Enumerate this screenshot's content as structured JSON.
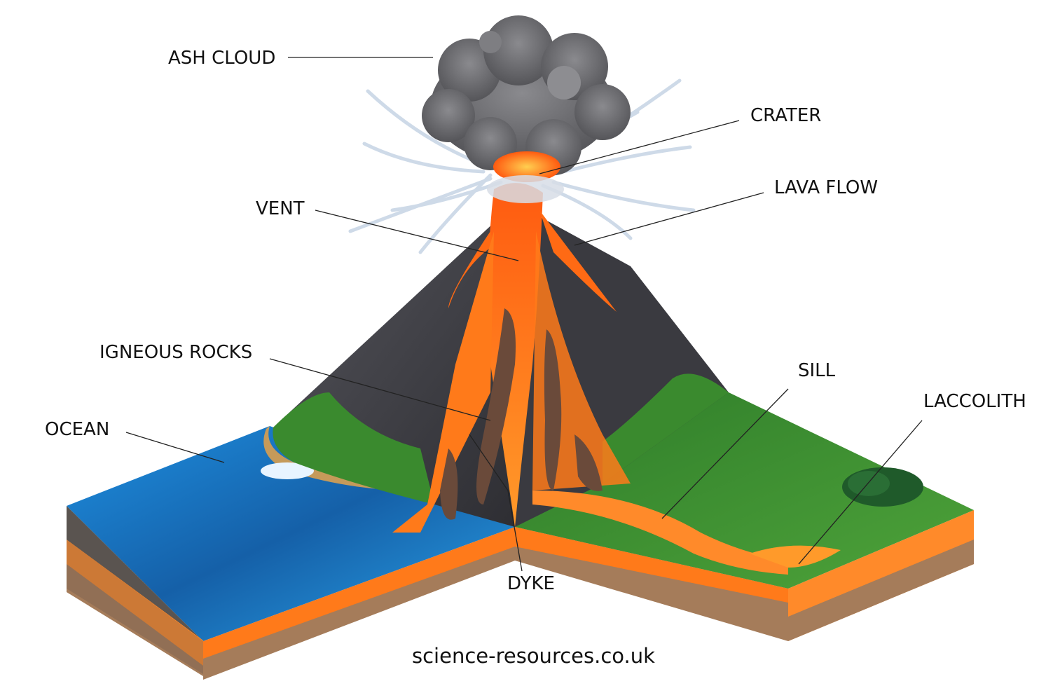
{
  "labels": {
    "ash_cloud": "ASH CLOUD",
    "crater": "CRATER",
    "lava_flow": "LAVA FLOW",
    "vent": "VENT",
    "igneous_rocks": "IGNEOUS ROCKS",
    "sill": "SILL",
    "laccolith": "LACCOLITH",
    "ocean": "OCEAN",
    "dyke": "DYKE"
  },
  "credit": "science-resources.co.uk",
  "colors": {
    "lava": "#ff7a1a",
    "rock": "#3f3f45",
    "grass": "#3f8f2f",
    "ocean": "#1e88d6",
    "soil": "#9a6b4a",
    "ash": "#6e6e72"
  }
}
